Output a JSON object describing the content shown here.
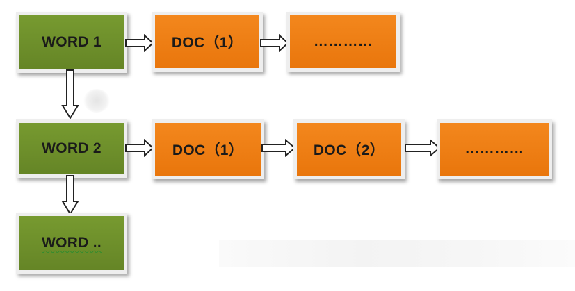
{
  "diagram": {
    "row1": {
      "word": "WORD 1",
      "docs": [
        "DOC（1）",
        "…………"
      ]
    },
    "row2": {
      "word": "WORD 2",
      "docs": [
        "DOC（1）",
        "DOC（2）",
        "…………"
      ]
    },
    "row3": {
      "word": "WORD .."
    }
  },
  "colors": {
    "word_fill": "#6f8f2a",
    "doc_fill": "#f07f14",
    "box_border": "#eeeeee",
    "arrow_stroke": "#222222"
  }
}
